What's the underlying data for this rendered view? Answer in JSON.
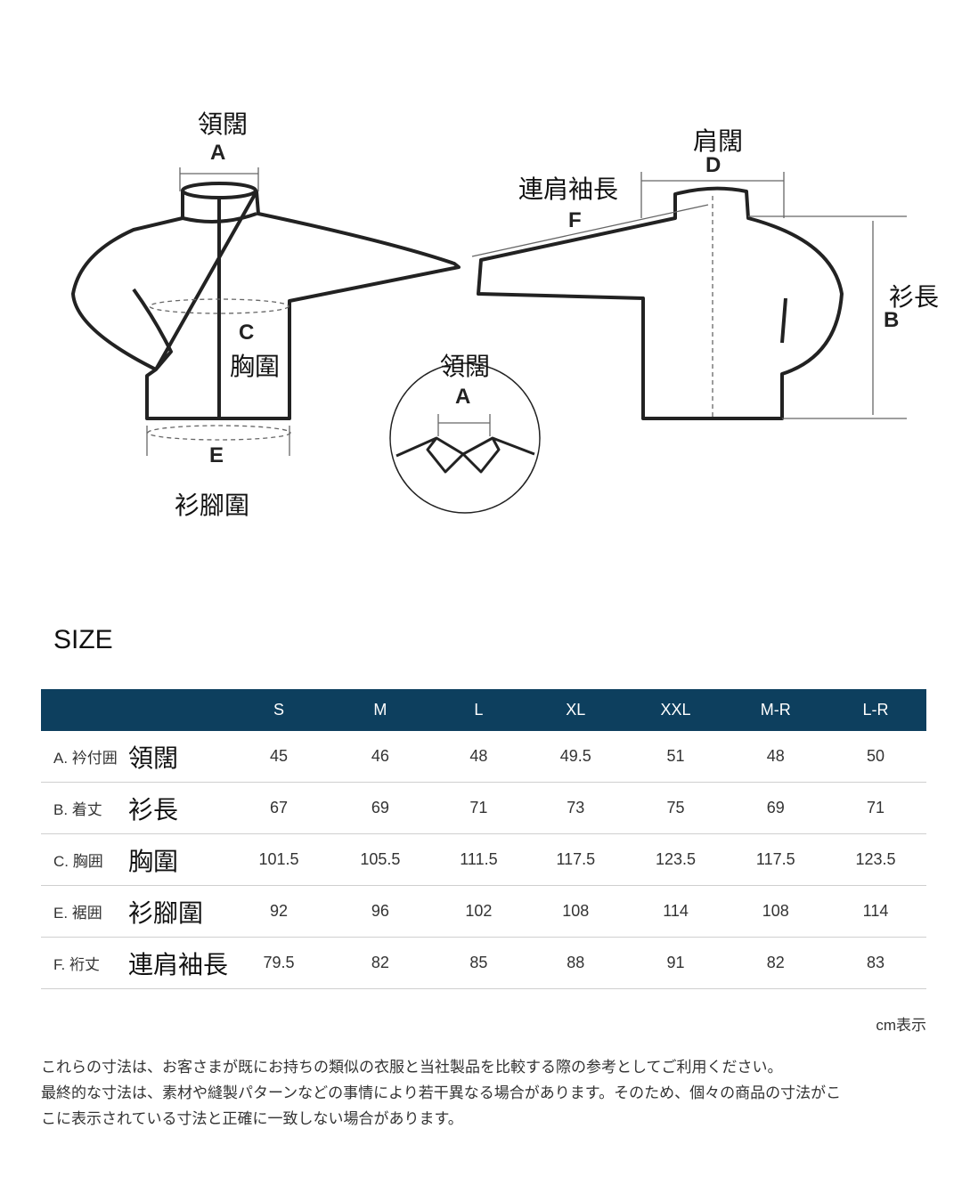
{
  "diagram": {
    "front_neck_label": "領闊",
    "front_neck_letter": "A",
    "shoulder_label": "肩闊",
    "shoulder_letter": "D",
    "sleeve_label": "連肩袖長",
    "sleeve_letter": "F",
    "length_label": "衫長",
    "length_letter": "B",
    "chest_letter": "C",
    "chest_label": "胸圍",
    "hem_letter": "E",
    "hem_label": "衫腳圍",
    "inset_neck_label": "領闊",
    "inset_neck_letter": "A"
  },
  "size_title": "SIZE",
  "table": {
    "headers": [
      "",
      "S",
      "M",
      "L",
      "XL",
      "XXL",
      "M-R",
      "L-R"
    ],
    "rows": [
      {
        "label": "A. 衿付囲",
        "cn": "領闊",
        "values": [
          "45",
          "46",
          "48",
          "49.5",
          "51",
          "48",
          "50"
        ]
      },
      {
        "label": "B. 着丈",
        "cn": "衫長",
        "values": [
          "67",
          "69",
          "71",
          "73",
          "75",
          "69",
          "71"
        ]
      },
      {
        "label": "C. 胸囲",
        "cn": "胸圍",
        "values": [
          "101.5",
          "105.5",
          "111.5",
          "117.5",
          "123.5",
          "117.5",
          "123.5"
        ]
      },
      {
        "label": "E. 裾囲",
        "cn": "衫腳圍",
        "values": [
          "92",
          "96",
          "102",
          "108",
          "114",
          "108",
          "114"
        ]
      },
      {
        "label": "F. 裄丈",
        "cn": "連肩袖長",
        "values": [
          "79.5",
          "82",
          "85",
          "88",
          "91",
          "82",
          "83"
        ]
      }
    ]
  },
  "unit": "cm表示",
  "notes": [
    "これらの寸法は、お客さまが既にお持ちの類似の衣服と当社製品を比較する際の参考としてご利用ください。",
    "最終的な寸法は、素材や縫製パターンなどの事情により若干異なる場合があります。そのため、個々の商品の寸法がこ",
    "こに表示されている寸法と正確に一致しない場合があります。"
  ],
  "colors": {
    "header": "#0d3f5e"
  }
}
